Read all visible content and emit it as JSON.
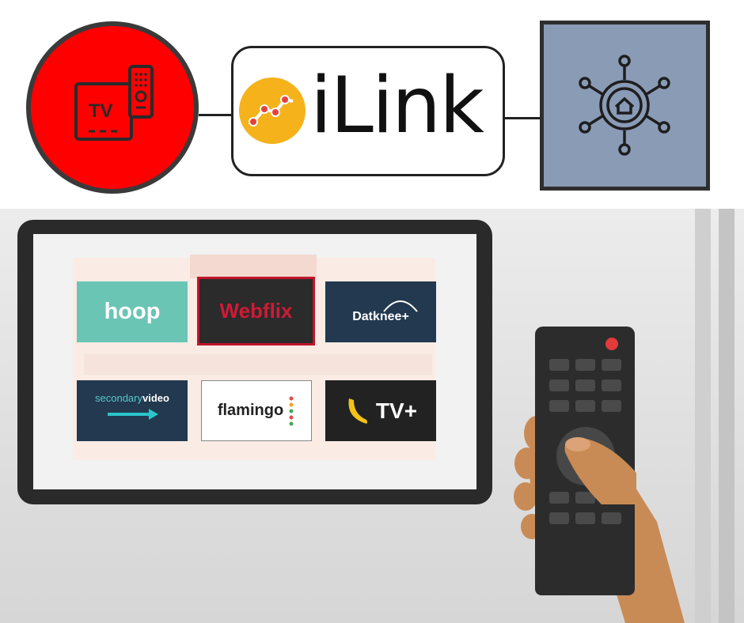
{
  "diagram": {
    "tv_label": "TV",
    "center_brand": "iLink",
    "colors": {
      "tv_circle": "#ff0000",
      "hub_box": "#8a9bb6",
      "logo": "#f5b21b"
    },
    "icons": [
      "tv-box-remote-icon",
      "ilink-logo-icon",
      "smart-home-hub-icon"
    ]
  },
  "tv_apps": [
    {
      "label": "hoop"
    },
    {
      "label": "Webflix",
      "selected": true
    },
    {
      "label": "Datknee+"
    },
    {
      "label_a": "secondary",
      "label_b": "video"
    },
    {
      "label": "flamingo"
    },
    {
      "label": "TV+"
    }
  ]
}
